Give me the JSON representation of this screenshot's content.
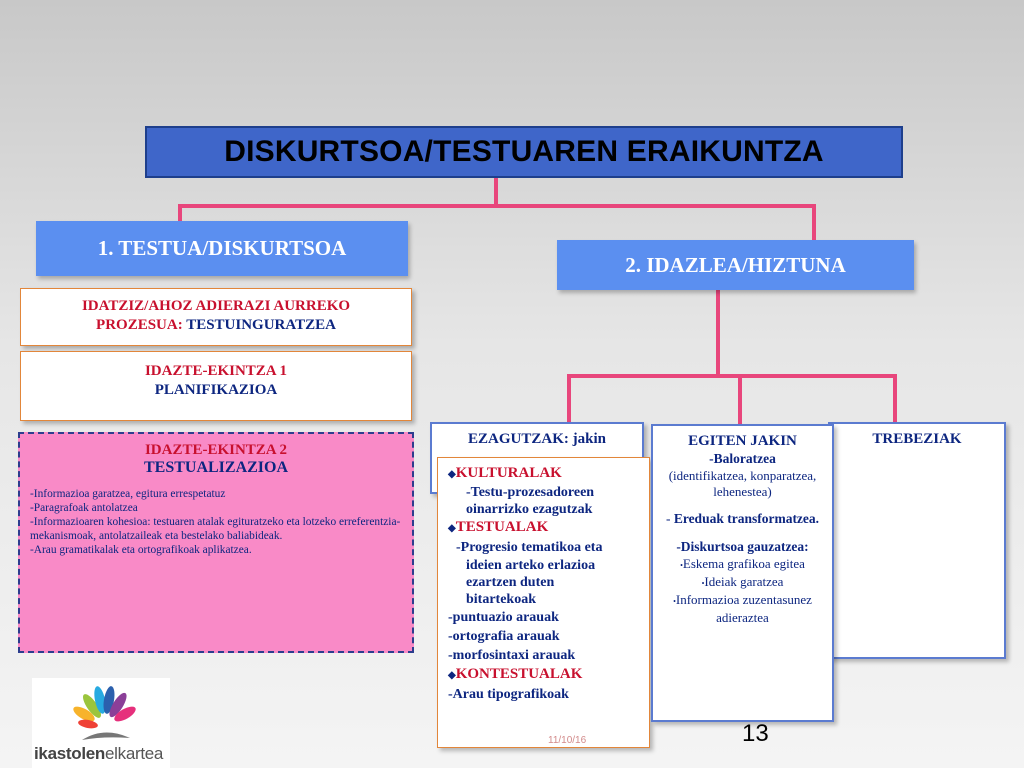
{
  "title": "DISKURTSOA/TESTUAREN ERAIKUNTZA",
  "branch1": {
    "label": "1. TESTUA/DISKURTSOA",
    "prozesua": {
      "line1": "IDATZIZ/AHOZ ADIERAZI AURREKO",
      "line2_prefix": "PROZESUA: ",
      "line2_rest": "TESTUINGURATZEA"
    },
    "ekintza1": {
      "line1": "IDAZTE-EKINTZA 1",
      "line2": "PLANIFIKAZIOA"
    },
    "ekintza2": {
      "line1": "IDAZTE-EKINTZA 2",
      "line2": "TESTUALIZAZIOA",
      "items": [
        "-Informazioa garatzea, egitura errespetatuz",
        "-Paragrafoak antolatzea",
        "-Informazioaren kohesioa: testuaren atalak egituratzeko eta lotzeko erreferentzia-mekanismoak, antolatzaileak eta bestelako baliabideak.",
        "-Arau gramatikalak eta ortografikoak aplikatzea."
      ]
    }
  },
  "branch2": {
    "label": "2. IDAZLEA/HIZTUNA",
    "ezagutzak": {
      "title": "EZAGUTZAK: jakin",
      "kulturalak": "KULTURALAK",
      "kulturalak_items": [
        "-Testu-prozesadoreen",
        "oinarrizko ezagutzak"
      ],
      "testualak": "TESTUALAK",
      "testualak_items": [
        "-Progresio tematikoa eta",
        "ideien arteko  erlazioa",
        "ezartzen duten",
        "bitartekoak"
      ],
      "arauak": [
        "-puntuazio arauak",
        "-ortografia arauak",
        "-morfosintaxi arauak"
      ],
      "kontestualak": "KONTESTUALAK",
      "kontestualak_items": [
        "-Arau tipografikoak"
      ]
    },
    "egiten": {
      "title": "EGITEN JAKIN",
      "baloratzea": "-Baloratzea",
      "baloratzea_note": "(identifikatzea, konparatzea, lehenestea)",
      "ereduak_prefix": "- ",
      "ereduak": "Ereduak transformatzea.",
      "diskurtsoa": "-Diskurtsoa gauzatzea:",
      "sub_items": [
        "Eskema grafikoa egitea",
        "Ideiak garatzea",
        "Informazioa zuzentasunez adieraztea"
      ]
    },
    "trebeziak": {
      "title": "TREBEZIAK"
    }
  },
  "logo": {
    "part1": "ikastolen",
    "part2": "elkartea"
  },
  "page_number": "13",
  "date": "11/10/16"
}
